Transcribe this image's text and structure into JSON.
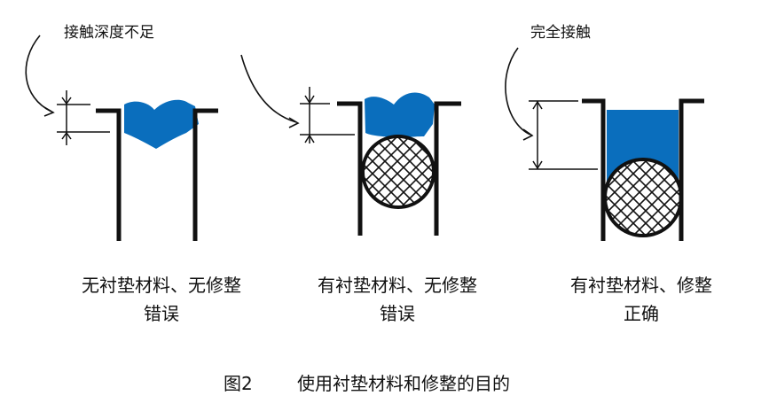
{
  "callouts": {
    "left": "接触深度不足",
    "right": "完全接触"
  },
  "panels": [
    {
      "line1": "无衬垫材料、无修整",
      "line2": "错误"
    },
    {
      "line1": "有衬垫材料、无修整",
      "line2": "错误"
    },
    {
      "line1": "有衬垫材料、修整",
      "line2": "正确"
    }
  ],
  "caption": {
    "figure": "图2",
    "text": "使用衬垫材料和修整的目的"
  },
  "colors": {
    "sealant": "#0a6ebd",
    "stroke": "#111111"
  }
}
